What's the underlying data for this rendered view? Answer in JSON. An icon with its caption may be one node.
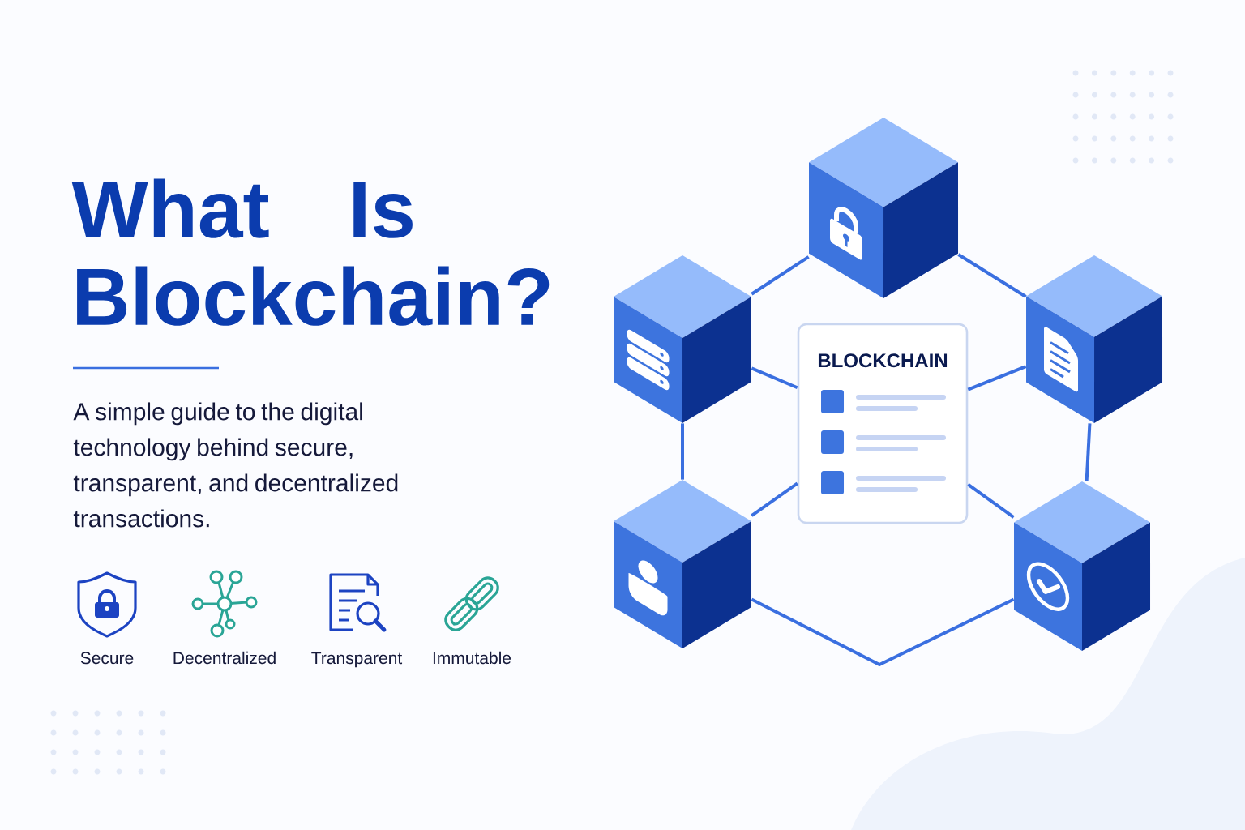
{
  "diagram": {
    "title": "What Is Blockchain?",
    "nodes": [
      {
        "text": [],
        "shape": "cube"
      },
      {
        "text": [],
        "shape": "cube"
      },
      {
        "text": [
          "BLOCKCHAIN"
        ]
      },
      {
        "text": [],
        "shape": "cube"
      },
      {
        "text": [],
        "shape": "cube"
      },
      {
        "text": [],
        "shape": "cube"
      }
    ],
    "edges": [
      {
        "from": 1,
        "to": 0,
        "arrow": "none"
      },
      {
        "from": 0,
        "to": 3,
        "arrow": "none"
      },
      {
        "from": 1,
        "to": 4,
        "arrow": "none"
      },
      {
        "from": 3,
        "to": 5,
        "arrow": "none"
      },
      {
        "from": 4,
        "to": 5,
        "arrow": "none"
      },
      {
        "from": 1,
        "to": 2,
        "arrow": "none"
      },
      {
        "from": 3,
        "to": 2,
        "arrow": "none"
      },
      {
        "from": 4,
        "to": 2,
        "arrow": "none"
      },
      {
        "from": 5,
        "to": 2,
        "arrow": "none"
      }
    ],
    "labels": [
      "A simple guide to the digital technology behind secure, transparent, and decentralized transactions.",
      "Secure",
      "Decentralized",
      "Transparent",
      "Immutable"
    ]
  }
}
